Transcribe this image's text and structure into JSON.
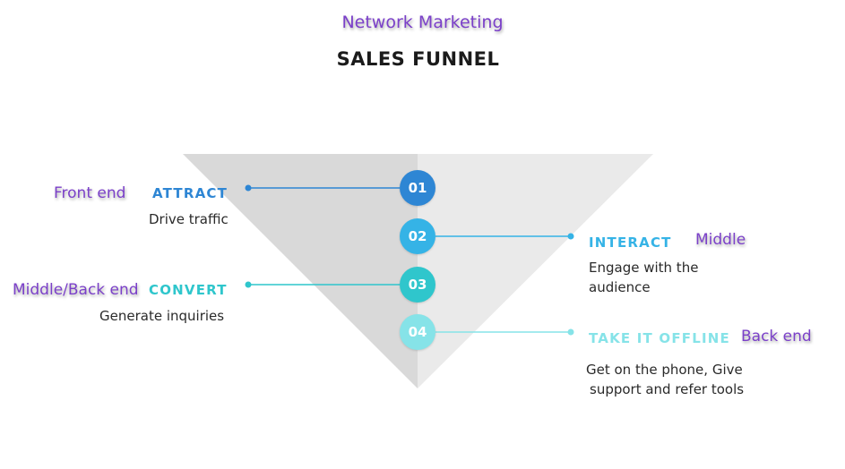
{
  "header": {
    "title": "Network Marketing",
    "subtitle": "SALES FUNNEL"
  },
  "colors": {
    "annotation": "#7b40c9",
    "funnel_left": "#d9d9d9",
    "funnel_right": "#eaeaea",
    "step1": "#2e86d4",
    "step2": "#35b3e6",
    "step3": "#2fc6cc",
    "step4": "#86e3e8"
  },
  "steps": [
    {
      "number": "01",
      "title": "ATTRACT",
      "description": [
        "Drive traffic"
      ],
      "annotation": "Front end",
      "side": "left"
    },
    {
      "number": "02",
      "title": "INTERACT",
      "description": [
        "Engage with the",
        "audience"
      ],
      "annotation": "Middle",
      "side": "right"
    },
    {
      "number": "03",
      "title": "CONVERT",
      "description": [
        "Generate inquiries"
      ],
      "annotation": "Middle/Back end",
      "side": "left"
    },
    {
      "number": "04",
      "title": "TAKE IT OFFLINE",
      "description": [
        "Get on the phone, Give",
        "support and refer tools"
      ],
      "annotation": "Back end",
      "side": "right"
    }
  ]
}
